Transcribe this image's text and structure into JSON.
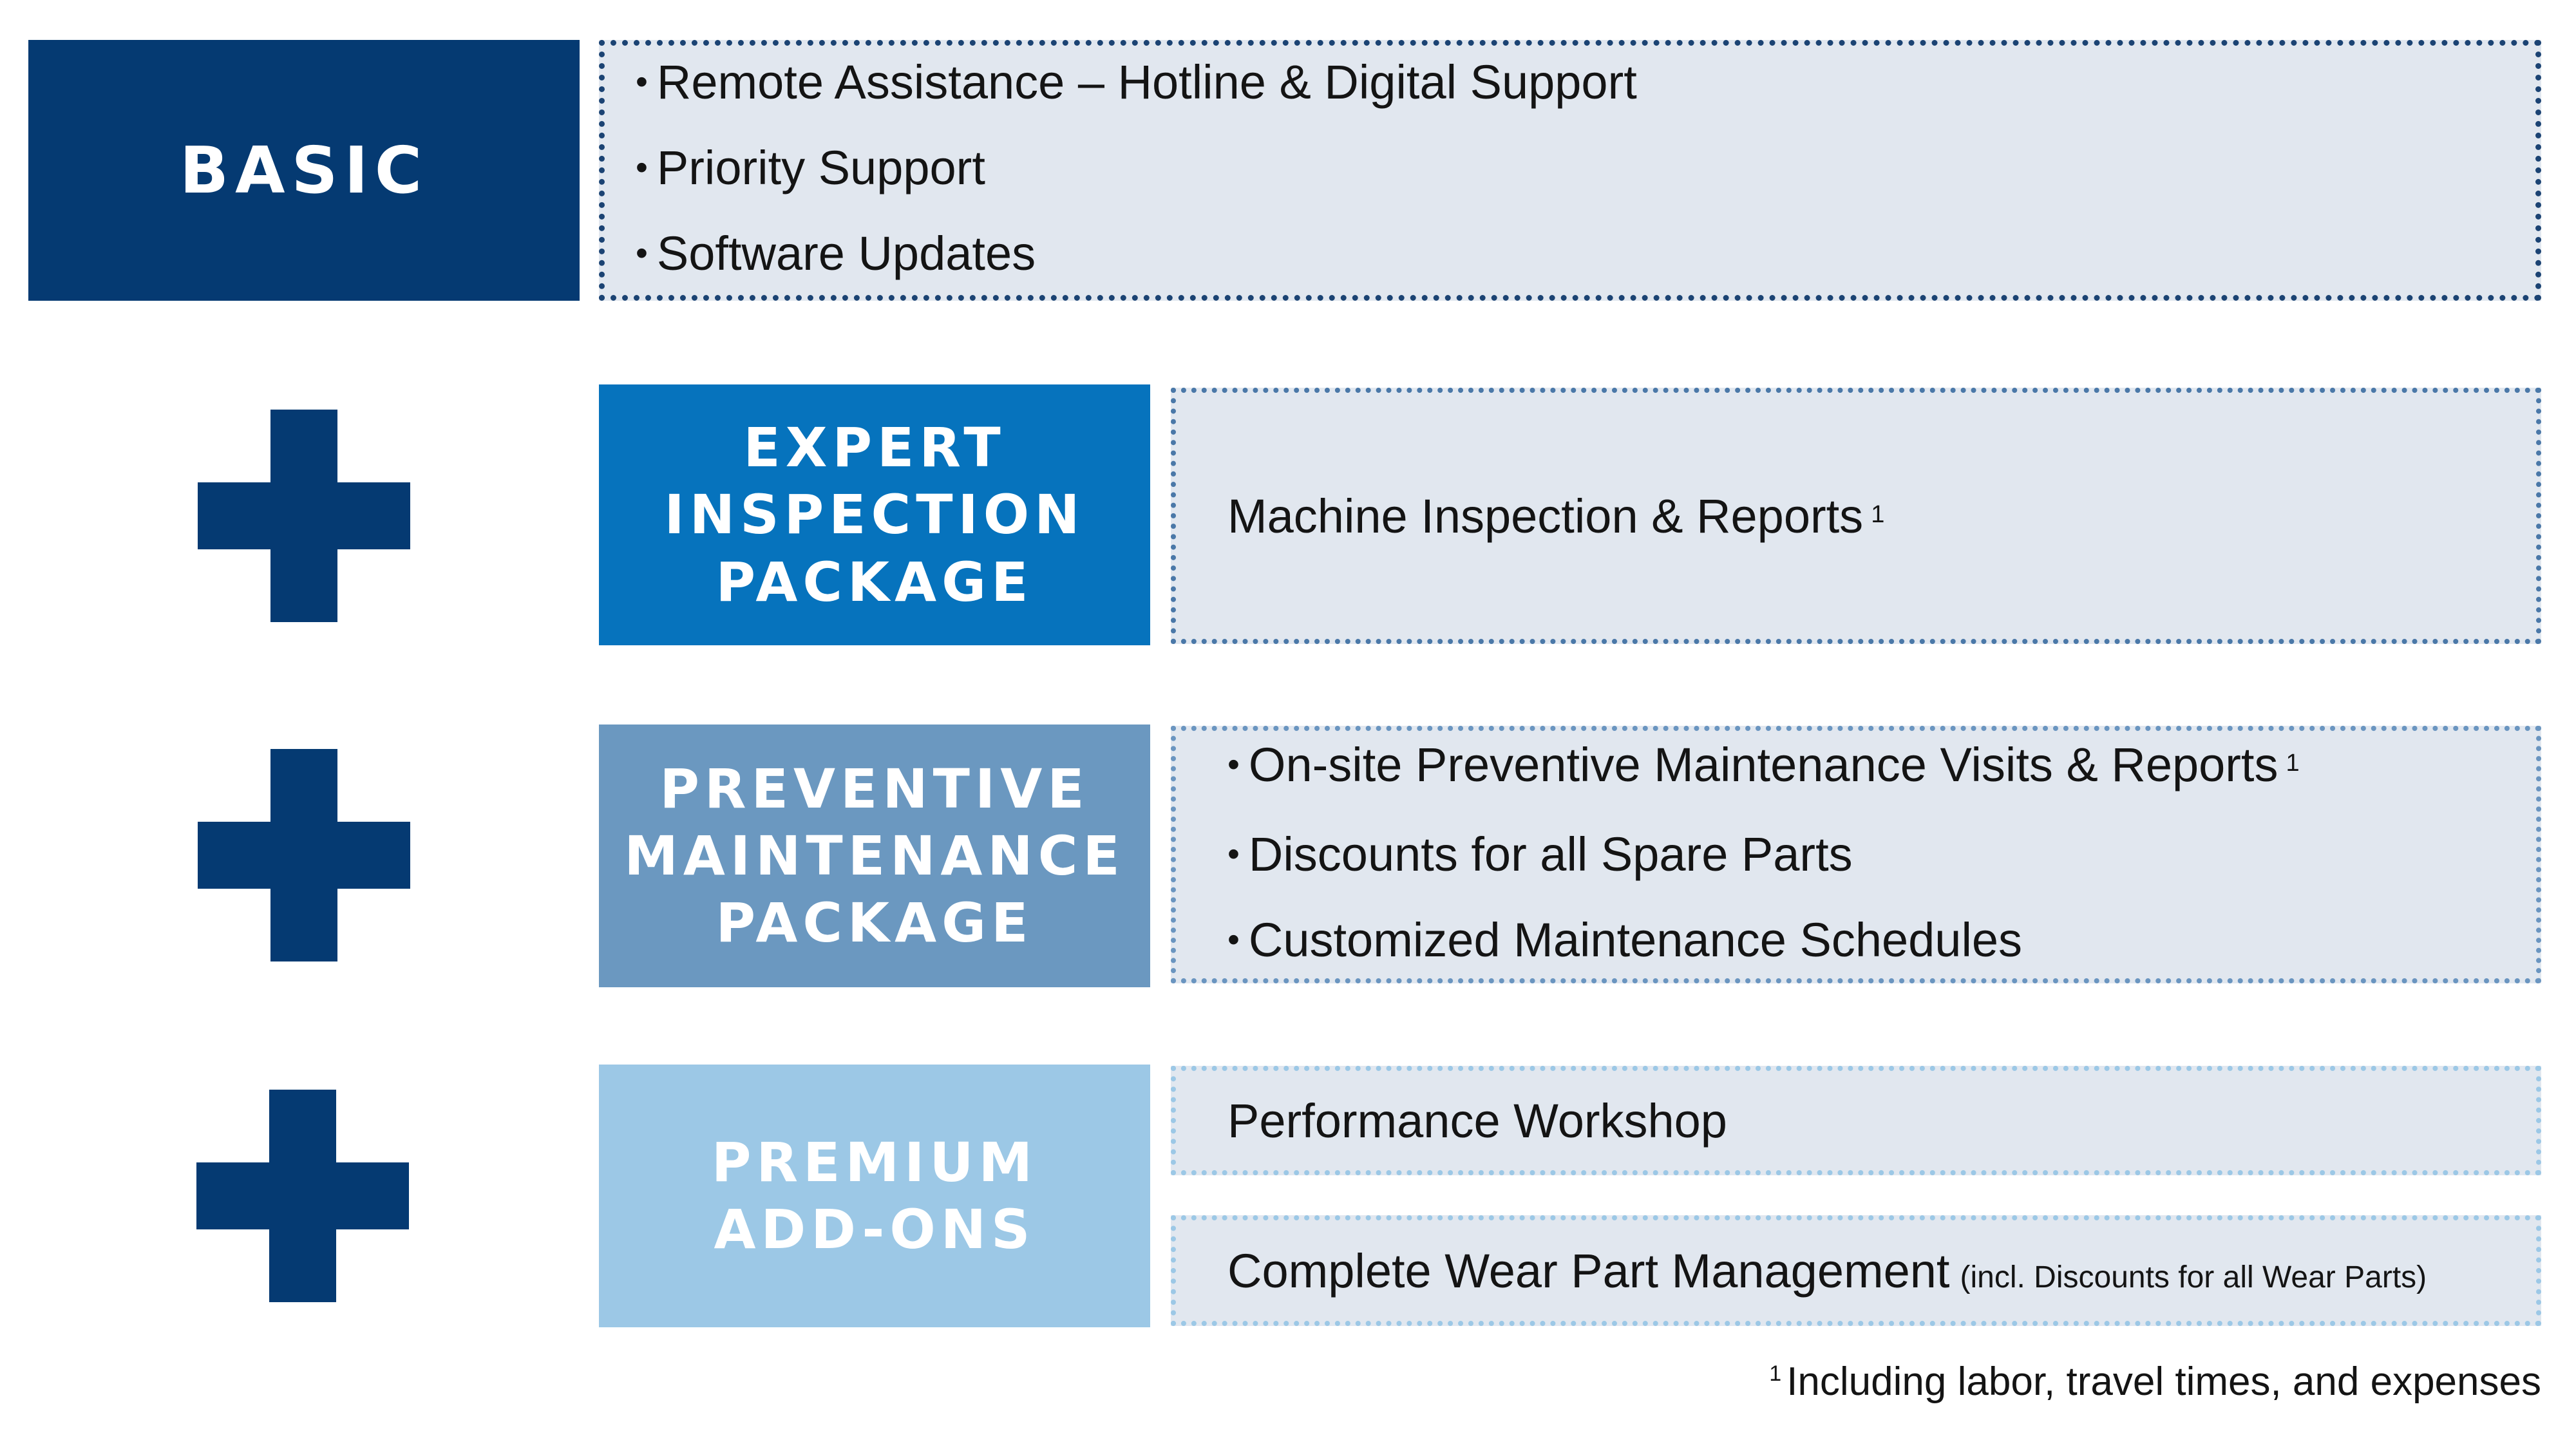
{
  "colors": {
    "basic": "#053a72",
    "expert": "#0673bd",
    "preventive": "#6b98c0",
    "premium": "#9cc8e6",
    "plus": "#053a72",
    "panel_bg": "#e1e7ef"
  },
  "basic": {
    "label": "BASIC",
    "items": [
      "Remote Assistance – Hotline & Digital Support",
      "Priority Support",
      "Software Updates"
    ]
  },
  "expert": {
    "label": "EXPERT\nINSPECTION\nPACKAGE",
    "item": "Machine Inspection & Reports",
    "item_sup": "1"
  },
  "preventive": {
    "label": "PREVENTIVE\nMAINTENANCE\nPACKAGE",
    "items": [
      "On-site Preventive Maintenance Visits & Reports",
      "Discounts for all Spare Parts",
      "Customized Maintenance Schedules"
    ],
    "item0_sup": "1"
  },
  "premium": {
    "label": "PREMIUM\nADD-ONS",
    "item1": "Performance Workshop",
    "item2": "Complete Wear Part Management",
    "item2_note": "(incl. Discounts for all Wear Parts)"
  },
  "footnote": {
    "marker": "1",
    "text": "Including labor, travel times, and expenses"
  }
}
